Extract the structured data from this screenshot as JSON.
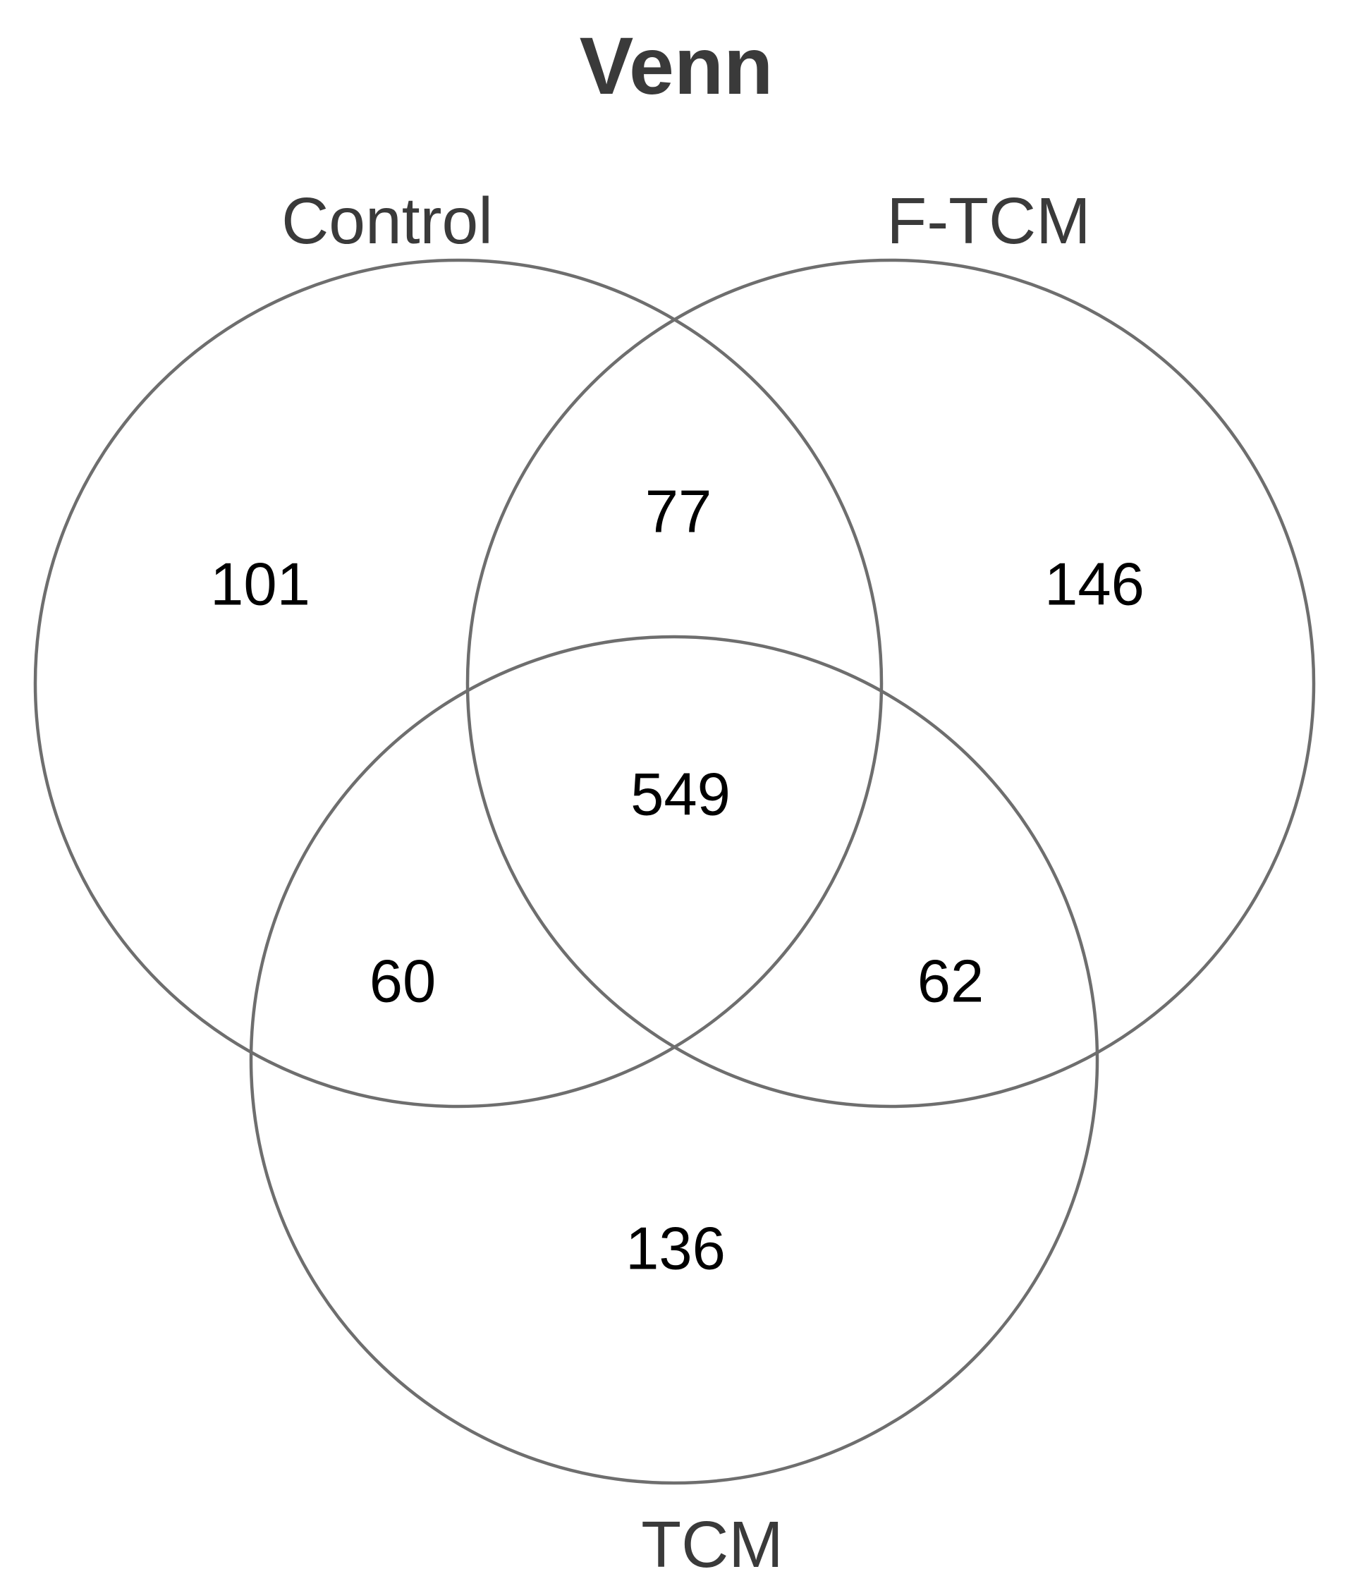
{
  "venn": {
    "title": "Venn",
    "labels": {
      "control": "Control",
      "ftcm": "F-TCM",
      "tcm": "TCM"
    },
    "counts": {
      "control_only": "101",
      "ftcm_only": "146",
      "tcm_only": "136",
      "control_and_ftcm": "77",
      "control_and_tcm": "60",
      "ftcm_and_tcm": "62",
      "all_three": "549"
    },
    "colors": {
      "circle_stroke": "#6e6e6e",
      "label_text": "#3a3a3a",
      "count_text": "#000000",
      "background": "#ffffff"
    }
  },
  "chart_data": {
    "type": "venn",
    "title": "Venn",
    "sets": [
      "Control",
      "F-TCM",
      "TCM"
    ],
    "region_counts": [
      {
        "sets": [
          "Control"
        ],
        "value": 101
      },
      {
        "sets": [
          "F-TCM"
        ],
        "value": 146
      },
      {
        "sets": [
          "TCM"
        ],
        "value": 136
      },
      {
        "sets": [
          "Control",
          "F-TCM"
        ],
        "value": 77
      },
      {
        "sets": [
          "Control",
          "TCM"
        ],
        "value": 60
      },
      {
        "sets": [
          "F-TCM",
          "TCM"
        ],
        "value": 62
      },
      {
        "sets": [
          "Control",
          "F-TCM",
          "TCM"
        ],
        "value": 549
      }
    ],
    "layout": {
      "legend": false,
      "grid": false,
      "circle_fill": "none",
      "label_positions": {
        "Control": "top-left",
        "F-TCM": "top-right",
        "TCM": "bottom-center"
      }
    }
  }
}
